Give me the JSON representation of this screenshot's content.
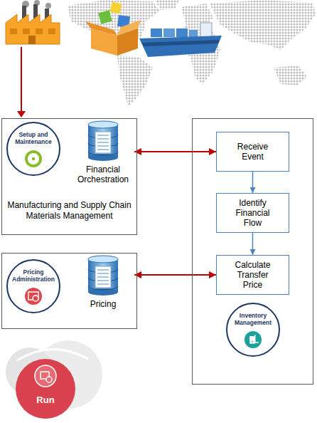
{
  "diagram": {
    "nodes": [
      {
        "text": [
          "Manufacturing and Supply Chain Materials Management"
        ]
      },
      {
        "text": [
          "Setup and Maintenance"
        ],
        "in": 0
      },
      {
        "text": [
          "Financial Orchestration"
        ],
        "in": 0
      },
      {
        "text": []
      },
      {
        "text": [
          "Pricing Administration"
        ],
        "in": 3
      },
      {
        "text": [
          "Pricing"
        ],
        "in": 3
      },
      {
        "text": []
      },
      {
        "text": [
          "Receive Event"
        ],
        "in": 6
      },
      {
        "text": [
          "Identify Financial Flow"
        ],
        "in": 6
      },
      {
        "text": [
          "Calculate Transfer Price"
        ],
        "in": 6
      },
      {
        "text": [
          "Inventory Management"
        ],
        "in": 6
      },
      {
        "text": [
          "Run"
        ]
      }
    ],
    "edges": [
      {
        "from": 2,
        "to": 7,
        "arrow": "both"
      },
      {
        "from": 5,
        "to": 9,
        "arrow": "both"
      },
      {
        "from": 7,
        "to": 8,
        "arrow": "to"
      },
      {
        "from": 8,
        "to": 9,
        "arrow": "to"
      }
    ]
  }
}
